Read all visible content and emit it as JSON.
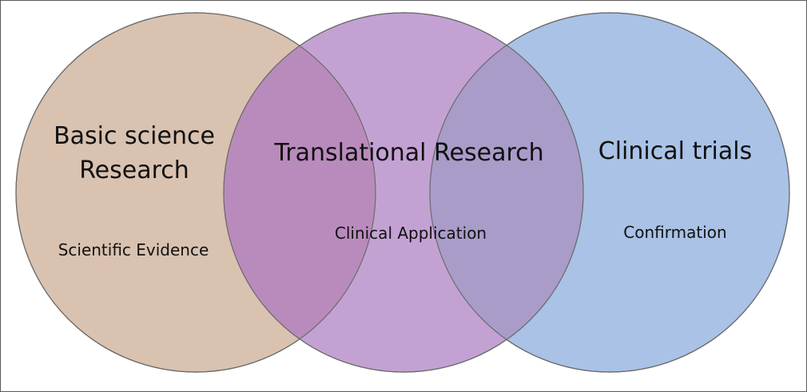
{
  "circles": [
    {
      "id": "basic",
      "title_lines": [
        "Basic science",
        "Research"
      ],
      "subtitle": "Scientific Evidence",
      "fill": "#d9c2b0"
    },
    {
      "id": "translational",
      "title_lines": [
        "Translational Research"
      ],
      "subtitle": "Clinical Application",
      "fill": "#c3a2d3"
    },
    {
      "id": "clinical",
      "title_lines": [
        "Clinical trials"
      ],
      "subtitle": "Confirmation",
      "fill": "#a9c2e6"
    }
  ],
  "colors": {
    "stroke": "#6b6b6b",
    "overlap_basic_translational": "#b98bbc",
    "overlap_translational_clinical": "#a99cc9"
  }
}
